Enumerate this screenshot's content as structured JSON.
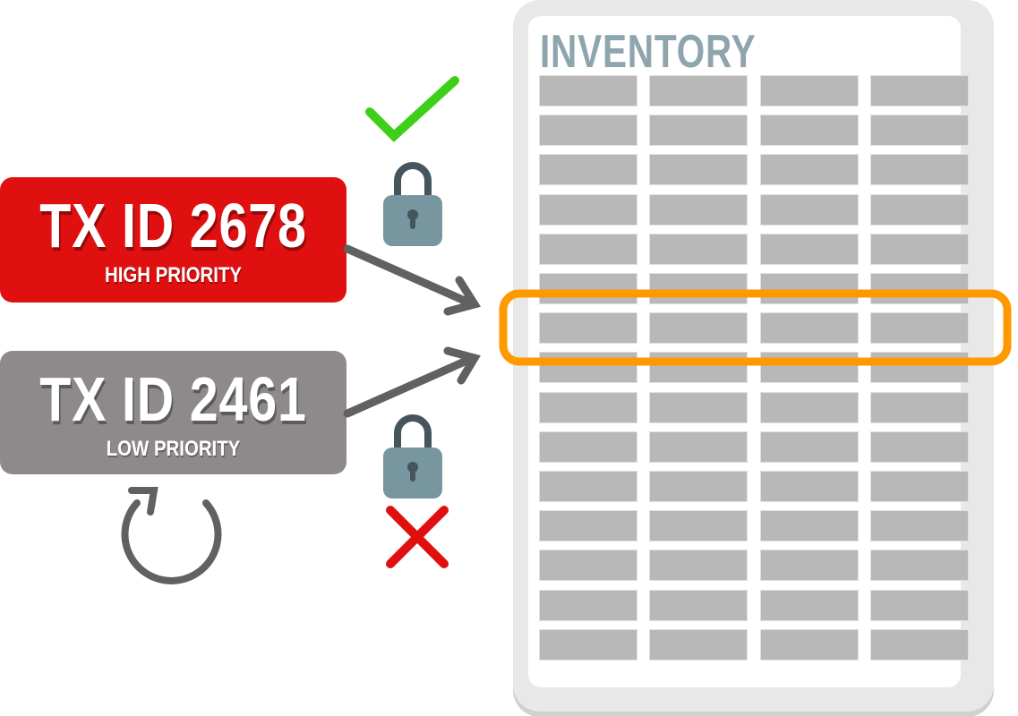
{
  "transactions": [
    {
      "id_label": "TX ID 2678",
      "priority": "HIGH PRIORITY",
      "color": "#e01010",
      "lock_result": "granted"
    },
    {
      "id_label": "TX ID 2461",
      "priority": "LOW PRIORITY",
      "color": "#8e8a8b",
      "lock_result": "denied"
    }
  ],
  "inventory": {
    "title": "INVENTORY",
    "rows": 15,
    "columns": 4,
    "highlighted_row": 7,
    "highlight_color": "#ff9900"
  },
  "icons": [
    "check-icon",
    "lock-icon",
    "lock-icon",
    "cross-icon",
    "retry-icon",
    "arrow-icon"
  ]
}
